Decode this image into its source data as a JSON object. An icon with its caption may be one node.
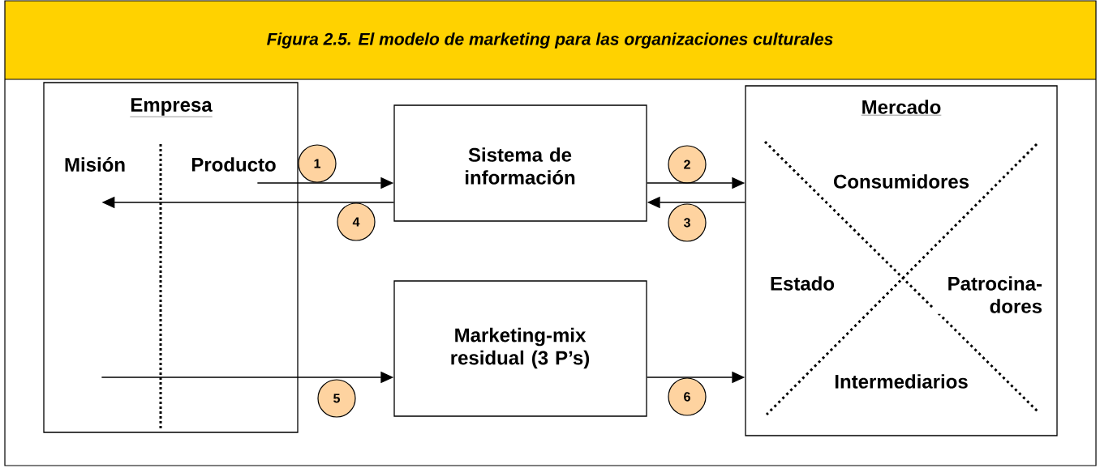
{
  "diagram": {
    "title": "Figura 2.5. El modelo de marketing para las organizaciones culturales",
    "nodes": [
      {
        "text": [
          "Empresa",
          "Misión",
          "Producto"
        ]
      },
      {
        "text": [
          "Sistema de información"
        ]
      },
      {
        "text": [
          "Mercado",
          "Consumidores",
          "Estado",
          "Patrocina- dores",
          "Intermediarios"
        ]
      },
      {
        "text": [
          "Marketing-mix residual (3 P’s)"
        ]
      },
      {
        "text": [
          "1"
        ]
      },
      {
        "text": [
          "2"
        ]
      },
      {
        "text": [
          "3"
        ]
      },
      {
        "text": [
          "4"
        ]
      },
      {
        "text": [
          "5"
        ]
      },
      {
        "text": [
          "6"
        ]
      }
    ],
    "edges": [
      {
        "from": 0,
        "to": 1,
        "arrow": "to"
      },
      {
        "from": 1,
        "to": 2,
        "arrow": "to"
      },
      {
        "from": 2,
        "to": 1,
        "arrow": "to"
      },
      {
        "from": 1,
        "to": 0,
        "arrow": "to"
      },
      {
        "from": 0,
        "to": 3,
        "arrow": "to"
      },
      {
        "from": 3,
        "to": 2,
        "arrow": "to"
      }
    ]
  }
}
